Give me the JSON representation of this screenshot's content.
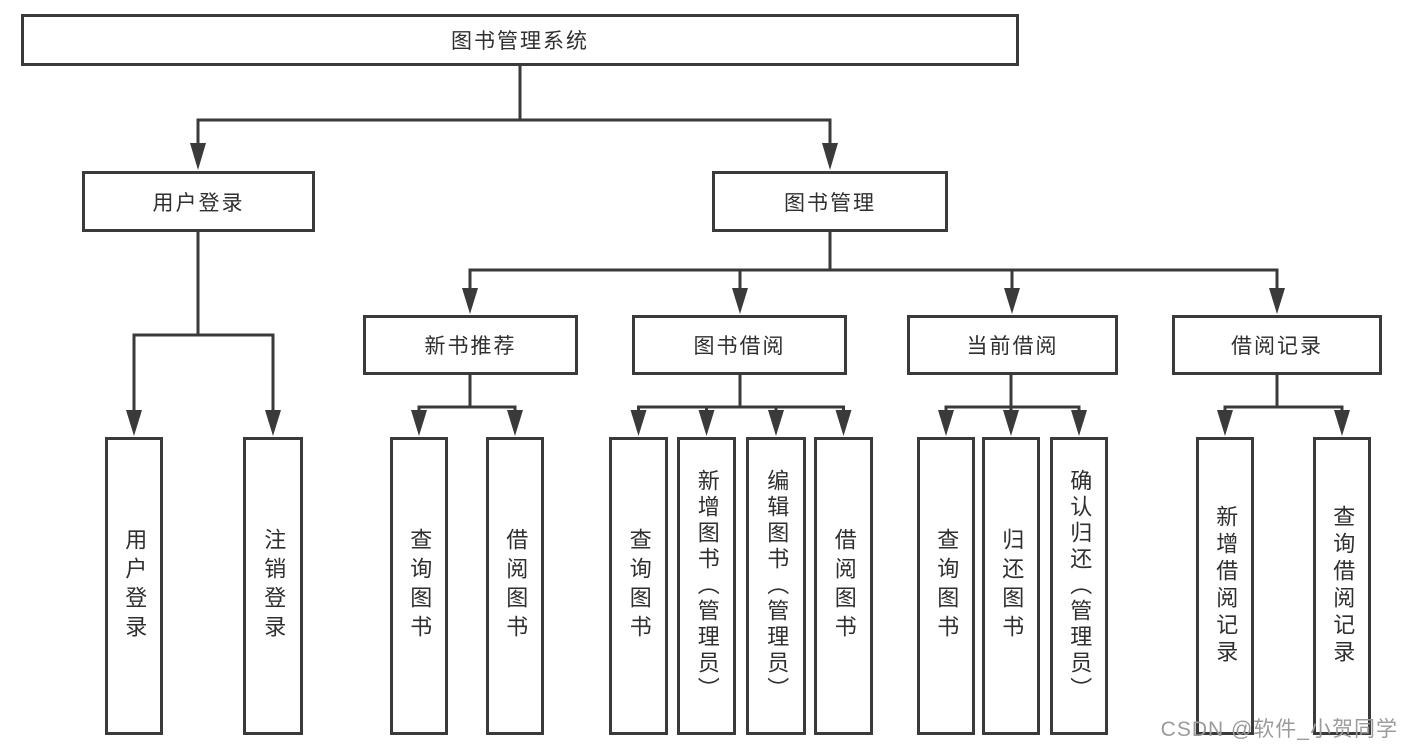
{
  "diagram": {
    "type": "tree-hierarchy",
    "tree": {
      "root": {
        "label": "图书管理系统",
        "children": [
          {
            "label": "用户登录",
            "children": [
              {
                "label": "用户登录"
              },
              {
                "label": "注销登录"
              }
            ]
          },
          {
            "label": "图书管理",
            "children": [
              {
                "label": "新书推荐",
                "children": [
                  {
                    "label": "查询图书"
                  },
                  {
                    "label": "借阅图书"
                  }
                ]
              },
              {
                "label": "图书借阅",
                "children": [
                  {
                    "label": "查询图书"
                  },
                  {
                    "label": "新增图书（管理员）"
                  },
                  {
                    "label": "编辑图书（管理员）"
                  },
                  {
                    "label": "借阅图书"
                  }
                ]
              },
              {
                "label": "当前借阅",
                "children": [
                  {
                    "label": "查询图书"
                  },
                  {
                    "label": "归还图书"
                  },
                  {
                    "label": "确认归还（管理员）"
                  }
                ]
              },
              {
                "label": "借阅记录",
                "children": [
                  {
                    "label": "新增借阅记录"
                  },
                  {
                    "label": "查询借阅记录"
                  }
                ]
              }
            ]
          }
        ]
      }
    },
    "colors": {
      "line": "#3a3a3a",
      "box_border": "#3a3a3a",
      "box_fill": "#ffffff",
      "text": "#2f2f2f",
      "watermark": "#9b9b9b",
      "background": "#ffffff"
    }
  },
  "watermark": "CSDN @软件_小贺同学"
}
